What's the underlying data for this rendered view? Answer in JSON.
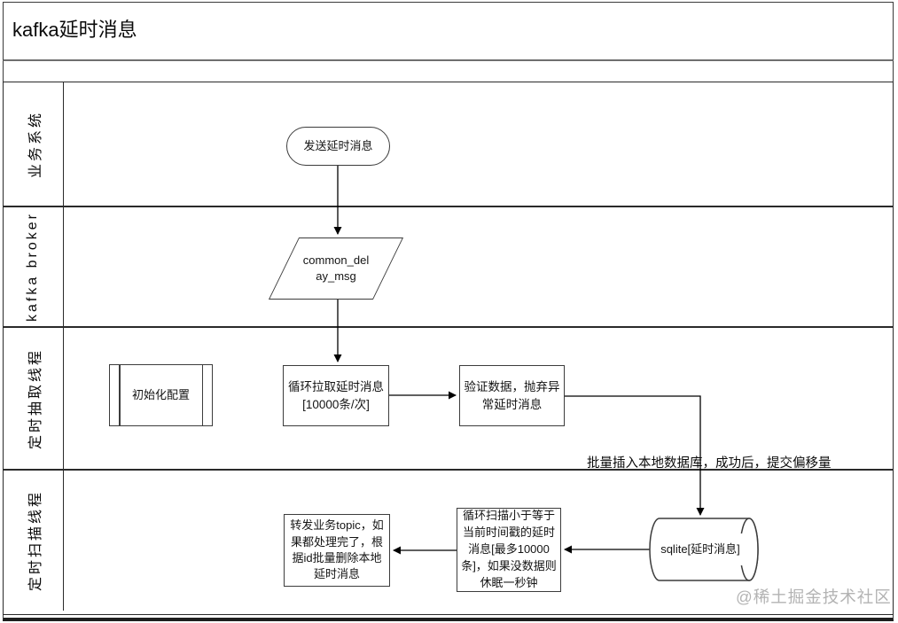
{
  "title": "kafka延时消息",
  "watermark": "@稀土掘金技术社区",
  "lanes": [
    {
      "label": "业务系统"
    },
    {
      "label": "kafka broker"
    },
    {
      "label": "定时抽取线程"
    },
    {
      "label": "定时扫描线程"
    }
  ],
  "nodes": {
    "send": {
      "shape": "terminator",
      "label": "发送延时消息"
    },
    "topic": {
      "shape": "parallelogram",
      "label": "common_delay_msg",
      "lines": [
        "common_del",
        "ay_msg"
      ]
    },
    "init": {
      "shape": "predefined-process",
      "label": "初始化配置"
    },
    "pull": {
      "shape": "process",
      "label": "循环拉取延时消息[10000条/次]"
    },
    "verify": {
      "shape": "process",
      "label": "验证数据，抛弃异常延时消息"
    },
    "forward": {
      "shape": "process",
      "label": "转发业务topic，如果都处理完了，根据id批量删除本地延时消息"
    },
    "scan": {
      "shape": "process",
      "label": "循环扫描小于等于当前时间戳的延时消息[最多10000条]，如果没数据则休眠一秒钟"
    },
    "db": {
      "shape": "cylinder",
      "label": "sqlite[延时消息]"
    }
  },
  "edges": {
    "insert_label": "批量插入本地数据库，成功后，提交偏移量"
  },
  "colors": {
    "line": "#000000",
    "box_border": "#3c3c3c",
    "lane_border": "#2a2a2a",
    "title_rule": "#6f6f6f",
    "watermark": "#b3b3b3",
    "background": "#ffffff"
  }
}
